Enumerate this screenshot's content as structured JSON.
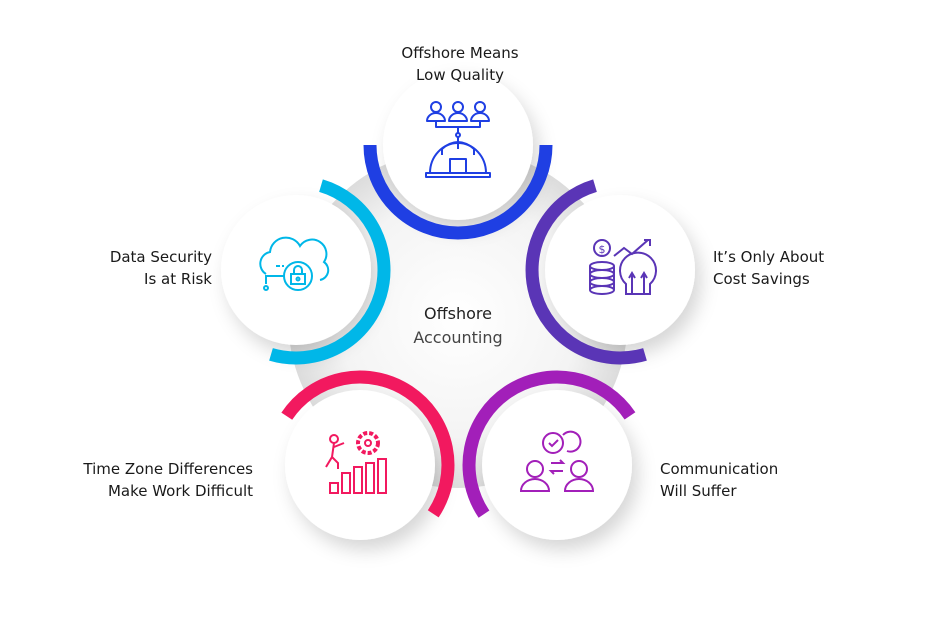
{
  "center": {
    "line1": "Offshore",
    "line2": "Accounting"
  },
  "nodes": [
    {
      "id": "low-quality",
      "lines": [
        "Offshore Means",
        "Low Quality"
      ],
      "icon": "people-marketplace-icon",
      "color": "#1f3fe3"
    },
    {
      "id": "cost-savings",
      "lines": [
        "It’s Only About",
        "Cost Savings"
      ],
      "icon": "coins-growth-icon",
      "color": "#5a35b6"
    },
    {
      "id": "communication",
      "lines": [
        "Communication",
        "Will Suffer"
      ],
      "icon": "conversation-icon",
      "color": "#a21fb9"
    },
    {
      "id": "time-zone",
      "lines": [
        "Time Zone Differences",
        "Make Work Difficult"
      ],
      "icon": "progress-climb-icon",
      "color": "#f2195f"
    },
    {
      "id": "data-security",
      "lines": [
        "Data Security",
        "Is at Risk"
      ],
      "icon": "cloud-lock-icon",
      "color": "#00b7e8"
    }
  ]
}
